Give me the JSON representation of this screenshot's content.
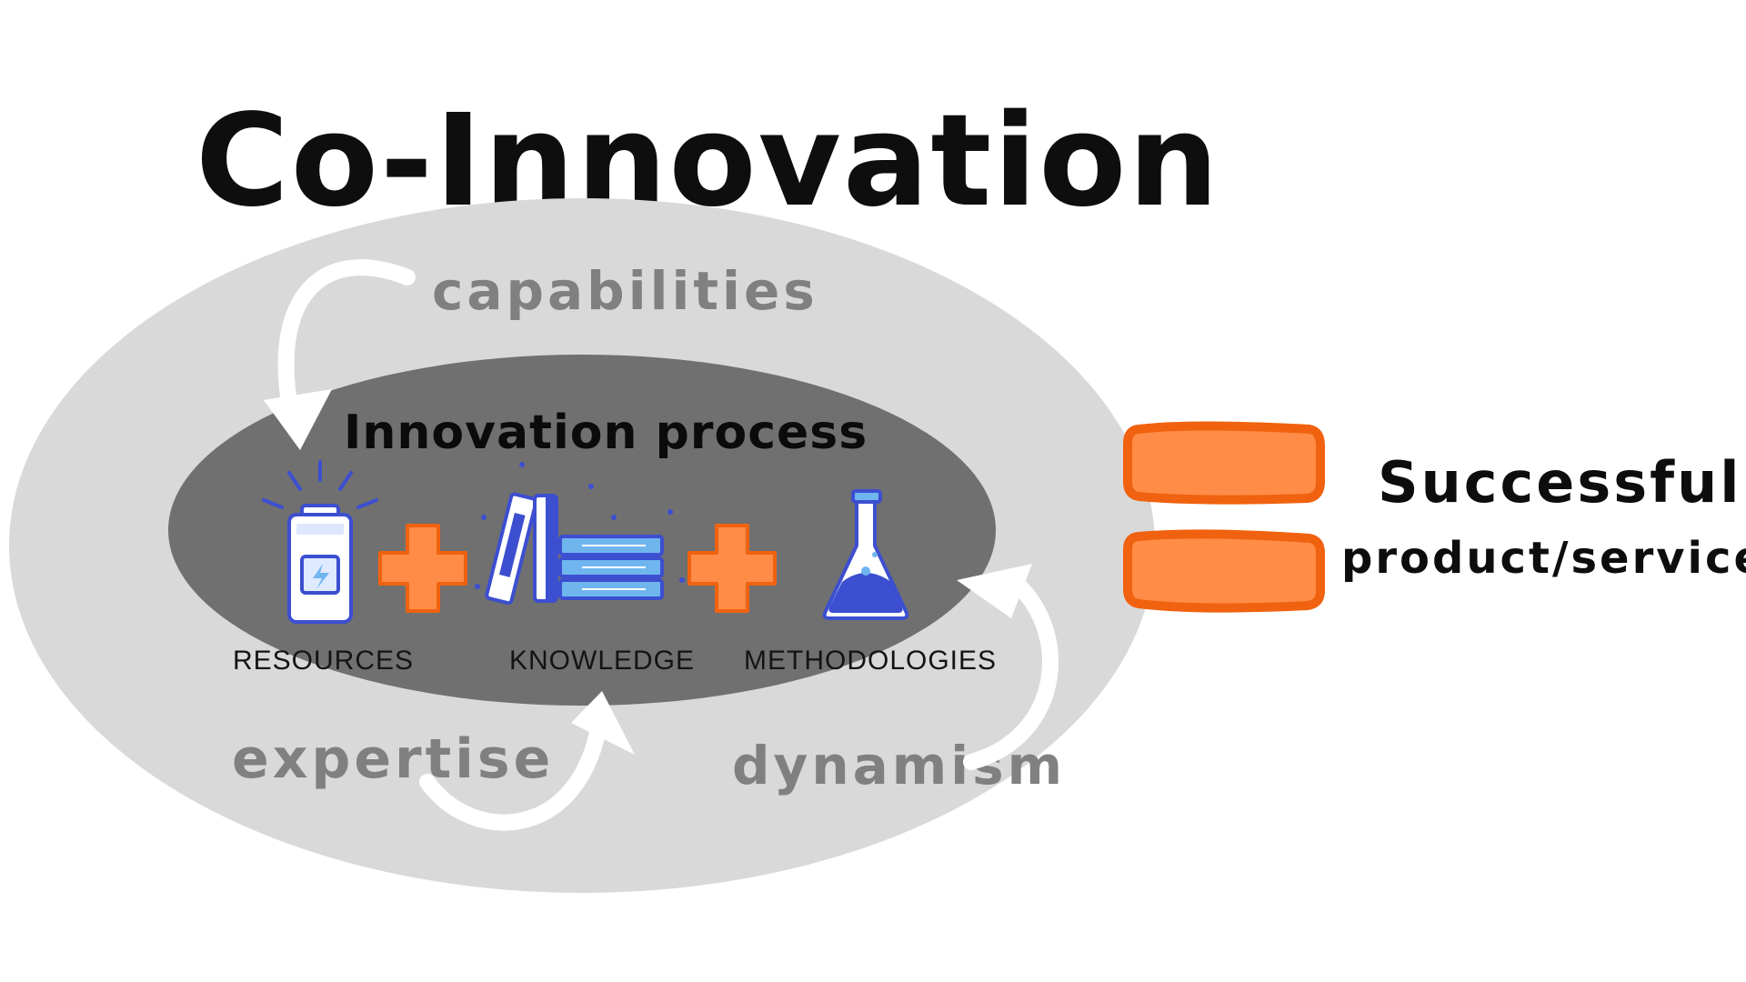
{
  "diagram": {
    "title": "Co-Innovation",
    "outer_terms": {
      "capabilities": "capabilities",
      "expertise": "expertise",
      "dynamism": "dynamism"
    },
    "process": {
      "title": "Innovation process",
      "items": [
        {
          "label": "RESOURCES",
          "icon": "battery-icon"
        },
        {
          "label": "KNOWLEDGE",
          "icon": "books-icon"
        },
        {
          "label": "METHODOLOGIES",
          "icon": "flask-icon"
        }
      ]
    },
    "result": {
      "line1": "Successful",
      "line2": "product/service"
    },
    "colors": {
      "outer_ellipse": "#d9d9d9",
      "inner_ellipse": "#707070",
      "plus_fill": "#fe8c46",
      "plus_stroke": "#f0620f",
      "equals_fill": "#ff8d48",
      "equals_stroke": "#f0620f",
      "icon_blue": "#3c4fd0",
      "icon_light_blue": "#6fb6ef",
      "arrow": "#ffffff"
    }
  }
}
